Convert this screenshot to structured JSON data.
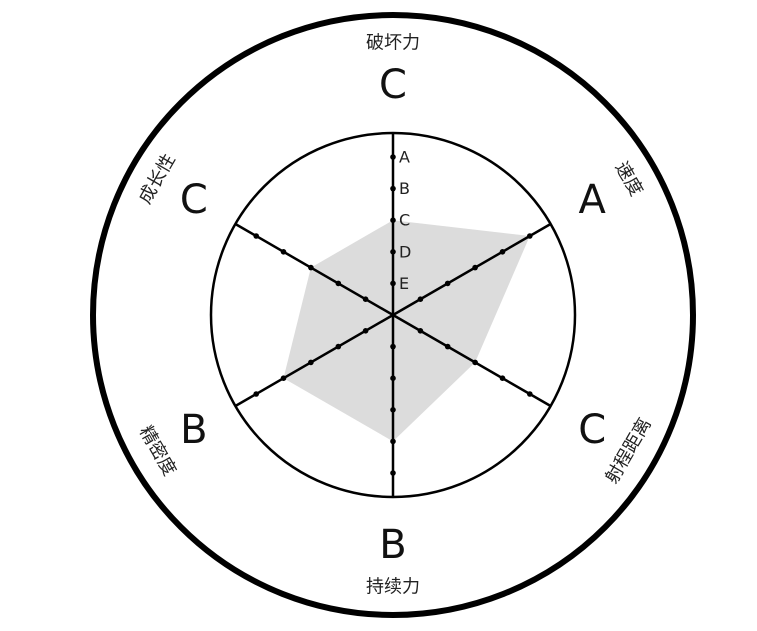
{
  "chart_data": {
    "type": "radar",
    "scale_labels": [
      "A",
      "B",
      "C",
      "D",
      "E"
    ],
    "axes": [
      {
        "name": "破坏力",
        "rank": "C",
        "value": 3
      },
      {
        "name": "速度",
        "rank": "A",
        "value": 5
      },
      {
        "name": "射程距离",
        "rank": "C",
        "value": 3
      },
      {
        "name": "持续力",
        "rank": "B",
        "value": 4
      },
      {
        "name": "精密度",
        "rank": "B",
        "value": 4
      },
      {
        "name": "成长性",
        "rank": "C",
        "value": 3
      }
    ],
    "max_value": 5,
    "colors": {
      "fill": "#dcdcdc",
      "stroke": "#000000"
    }
  }
}
